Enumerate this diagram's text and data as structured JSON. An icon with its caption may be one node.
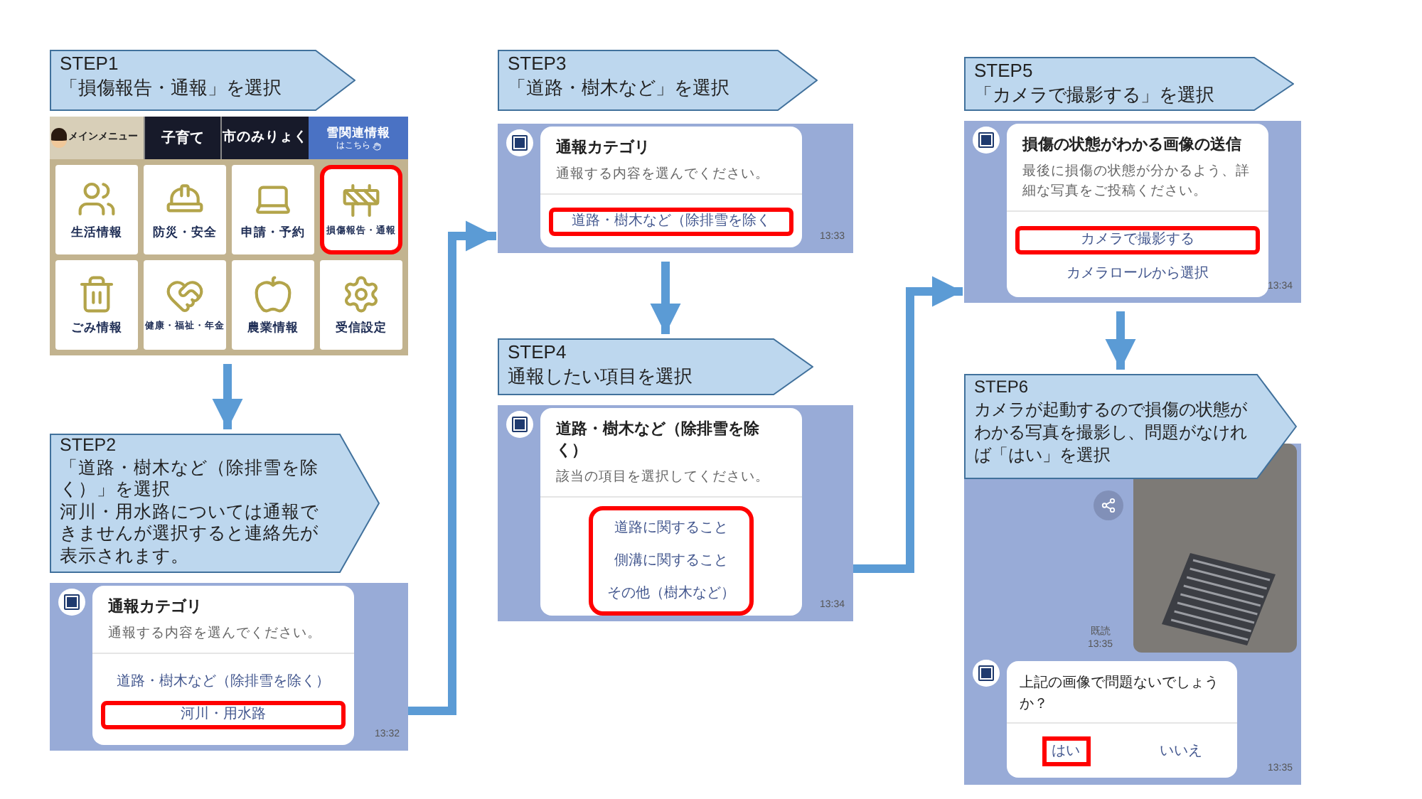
{
  "diagram": {
    "nodes": [
      {
        "text": [
          "STEP1",
          "「損傷報告・通報」を選択"
        ]
      },
      {
        "text": [
          "メインメニュー",
          "子育て",
          "市のみりょく",
          "雪関連情報",
          "はこちら",
          "生活情報",
          "防災・安全",
          "申請・予約",
          "損傷報告・通報",
          "ごみ情報",
          "健康・福祉・年金",
          "農業情報",
          "受信設定"
        ]
      },
      {
        "text": [
          "STEP2",
          "「道路・樹木など（除排雪を除く）」を選択",
          "河川・用水路については通報できませんが選択すると連絡先が表示されます。"
        ]
      },
      {
        "text": [
          "通報カテゴリ",
          "通報する内容を選んでください。",
          "道路・樹木など（除排雪を除く）",
          "河川・用水路",
          "13:32"
        ]
      },
      {
        "text": [
          "STEP3",
          "「道路・樹木など」を選択"
        ]
      },
      {
        "text": [
          "通報カテゴリ",
          "通報する内容を選んでください。",
          "道路・樹木など（除排雪を除く",
          "13:33"
        ]
      },
      {
        "text": [
          "STEP4",
          "通報したい項目を選択"
        ]
      },
      {
        "text": [
          "道路・樹木など（除排雪を除く）",
          "該当の項目を選択してください。",
          "道路に関すること",
          "側溝に関すること",
          "その他（樹木など）",
          "13:34"
        ]
      },
      {
        "text": [
          "STEP5",
          "「カメラで撮影する」を選択"
        ]
      },
      {
        "text": [
          "損傷の状態がわかる画像の送信",
          "最後に損傷の状態が分かるよう、詳細な写真をご投稿ください。",
          "カメラで撮影する",
          "カメラロールから選択",
          "13:34"
        ]
      },
      {
        "text": [
          "STEP6",
          "カメラが起動するので損傷の状態がわかる写真を撮影し、問題がなければ「はい」を選択"
        ]
      },
      {
        "text": [
          "既読",
          "13:35",
          "上記の画像で問題ないでしょうか？",
          "はい",
          "いいえ",
          "13:35"
        ]
      }
    ],
    "edges": [
      {
        "from": 1,
        "to": 2,
        "arrow": "to"
      },
      {
        "from": 3,
        "to": 5,
        "arrow": "to"
      },
      {
        "from": 5,
        "to": 6,
        "arrow": "to"
      },
      {
        "from": 7,
        "to": 9,
        "arrow": "to"
      },
      {
        "from": 9,
        "to": 10,
        "arrow": "to"
      }
    ]
  }
}
